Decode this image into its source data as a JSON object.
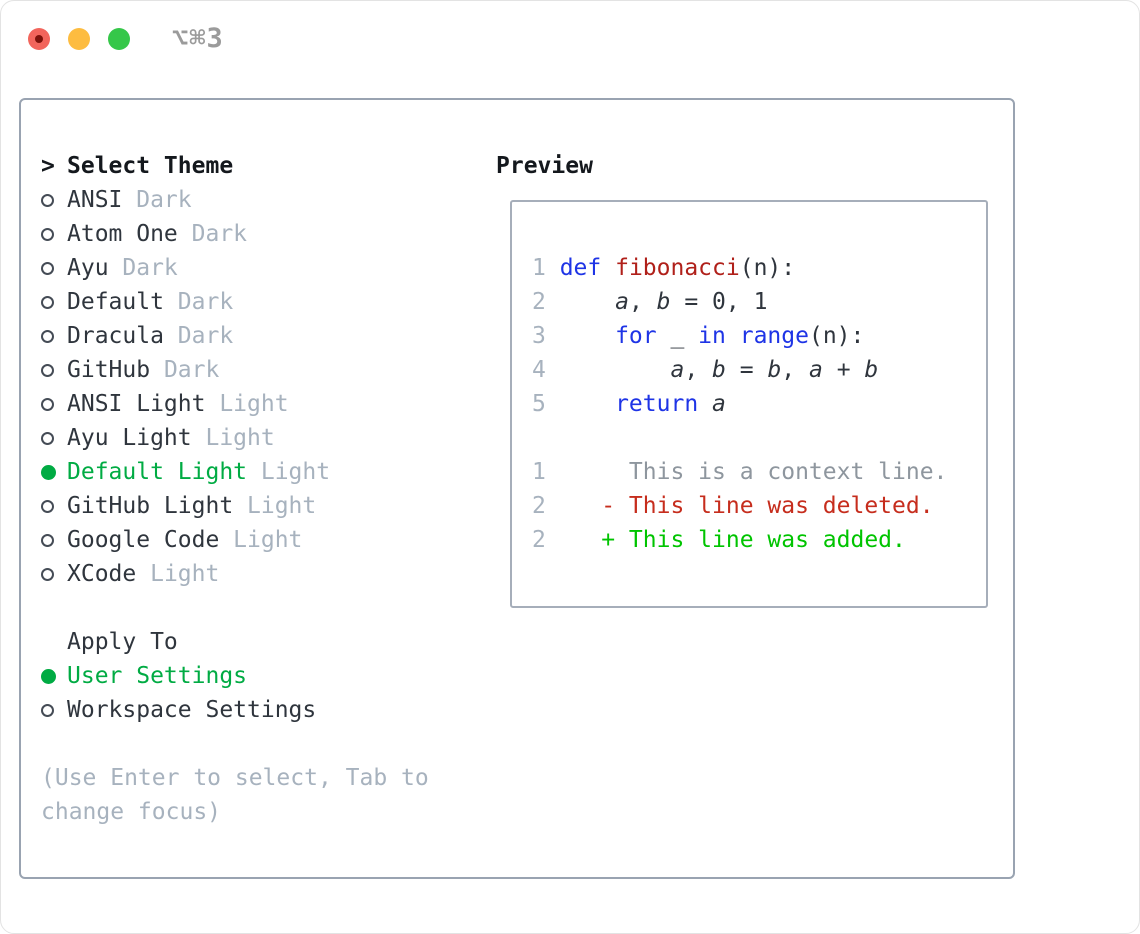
{
  "window": {
    "title_shortcut": "⌥⌘3"
  },
  "theme_list": {
    "cursor": ">",
    "header": "Select Theme",
    "items": [
      {
        "name": "ANSI",
        "variant": "Dark",
        "selected": false
      },
      {
        "name": "Atom One",
        "variant": "Dark",
        "selected": false
      },
      {
        "name": "Ayu",
        "variant": "Dark",
        "selected": false
      },
      {
        "name": "Default",
        "variant": "Dark",
        "selected": false
      },
      {
        "name": "Dracula",
        "variant": "Dark",
        "selected": false
      },
      {
        "name": "GitHub",
        "variant": "Dark",
        "selected": false
      },
      {
        "name": "ANSI Light",
        "variant": "Light",
        "selected": false
      },
      {
        "name": "Ayu Light",
        "variant": "Light",
        "selected": false
      },
      {
        "name": "Default Light",
        "variant": "Light",
        "selected": true
      },
      {
        "name": "GitHub Light",
        "variant": "Light",
        "selected": false
      },
      {
        "name": "Google Code",
        "variant": "Light",
        "selected": false
      },
      {
        "name": "XCode",
        "variant": "Light",
        "selected": false
      }
    ]
  },
  "apply_to": {
    "header": "Apply To",
    "options": [
      {
        "label": "User Settings",
        "selected": true
      },
      {
        "label": "Workspace Settings",
        "selected": false
      }
    ]
  },
  "hint": "(Use Enter to select, Tab to change focus)",
  "preview": {
    "header": "Preview",
    "code_lines": [
      {
        "num": "1",
        "segs": [
          [
            "kw",
            "def"
          ],
          [
            "pl",
            " "
          ],
          [
            "fn",
            "fibonacci"
          ],
          [
            "pl",
            "(n):"
          ]
        ]
      },
      {
        "num": "2",
        "segs": [
          [
            "pl",
            "    "
          ],
          [
            "var",
            "a"
          ],
          [
            "pl",
            ", "
          ],
          [
            "var",
            "b"
          ],
          [
            "pl",
            " = 0, 1"
          ]
        ]
      },
      {
        "num": "3",
        "segs": [
          [
            "pl",
            "    "
          ],
          [
            "kw",
            "for"
          ],
          [
            "pl",
            " _ "
          ],
          [
            "kw",
            "in"
          ],
          [
            "pl",
            " "
          ],
          [
            "kw",
            "range"
          ],
          [
            "pl",
            "(n):"
          ]
        ]
      },
      {
        "num": "4",
        "segs": [
          [
            "pl",
            "        "
          ],
          [
            "var",
            "a"
          ],
          [
            "pl",
            ", "
          ],
          [
            "var",
            "b"
          ],
          [
            "pl",
            " = "
          ],
          [
            "var",
            "b"
          ],
          [
            "pl",
            ", "
          ],
          [
            "var",
            "a"
          ],
          [
            "pl",
            " + "
          ],
          [
            "var",
            "b"
          ]
        ]
      },
      {
        "num": "5",
        "segs": [
          [
            "pl",
            "    "
          ],
          [
            "kw",
            "return"
          ],
          [
            "pl",
            " "
          ],
          [
            "var",
            "a"
          ]
        ]
      },
      {
        "num": "",
        "segs": []
      },
      {
        "num": "1",
        "segs": [
          [
            "ctx",
            "     This is a context line."
          ]
        ]
      },
      {
        "num": "2",
        "segs": [
          [
            "del",
            "   - This line was deleted."
          ]
        ]
      },
      {
        "num": "2",
        "segs": [
          [
            "add",
            "   + This line was added."
          ]
        ]
      }
    ]
  },
  "colors": {
    "text": "#2f353d",
    "heading": "#14181d",
    "muted": "#a7b2be",
    "selection_green": "#00ab43",
    "added_green": "#00c400",
    "deleted_red": "#c62d1d",
    "keyword_blue": "#1e34e6",
    "function_red": "#b0201a",
    "context_gray": "#8e969e",
    "panel_border": "#99a3b1",
    "traffic_red": "#f2655c",
    "traffic_red_dot": "#7c120b",
    "traffic_yellow": "#fdbc40",
    "traffic_green": "#35c749"
  }
}
